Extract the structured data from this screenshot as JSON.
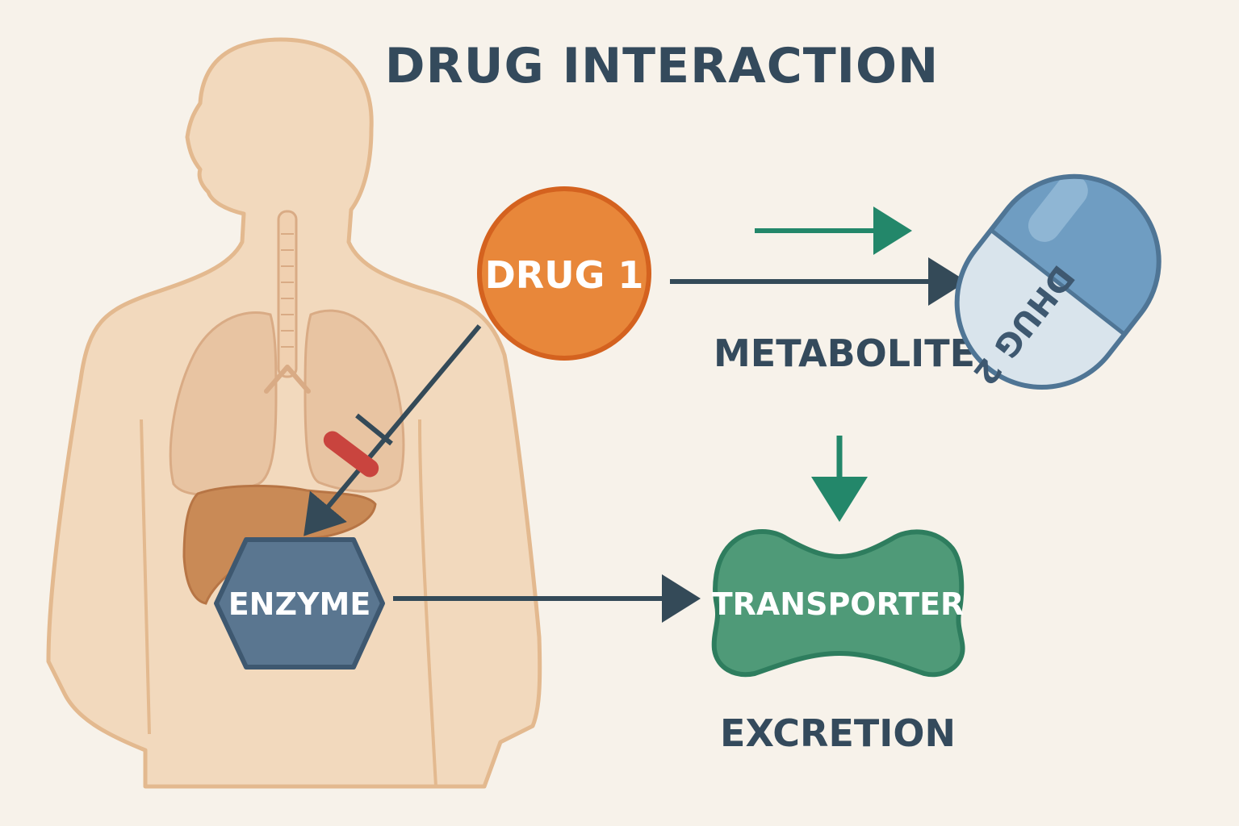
{
  "title": "DRUG INTERACTION",
  "nodes": {
    "drug1": "DRUG 1",
    "drug2": "DHUG 2",
    "enzyme": "ENZYME",
    "transporter": "TRANSPORTER"
  },
  "labels": {
    "metabolite": "METABOLITE",
    "excretion": "EXCRETION"
  },
  "colors": {
    "background": "#f7f2ea",
    "body": "#f2d9bd",
    "drug1": "#e8873a",
    "enzyme": "#5a7690",
    "transporter": "#4f9a78",
    "capsule_top": "#6f9dc2",
    "capsule_bottom": "#d9e4ec",
    "arrow_dark": "#344a58",
    "arrow_green": "#23876a",
    "inhibitor": "#c9443e",
    "text_dark": "#344a5c"
  }
}
